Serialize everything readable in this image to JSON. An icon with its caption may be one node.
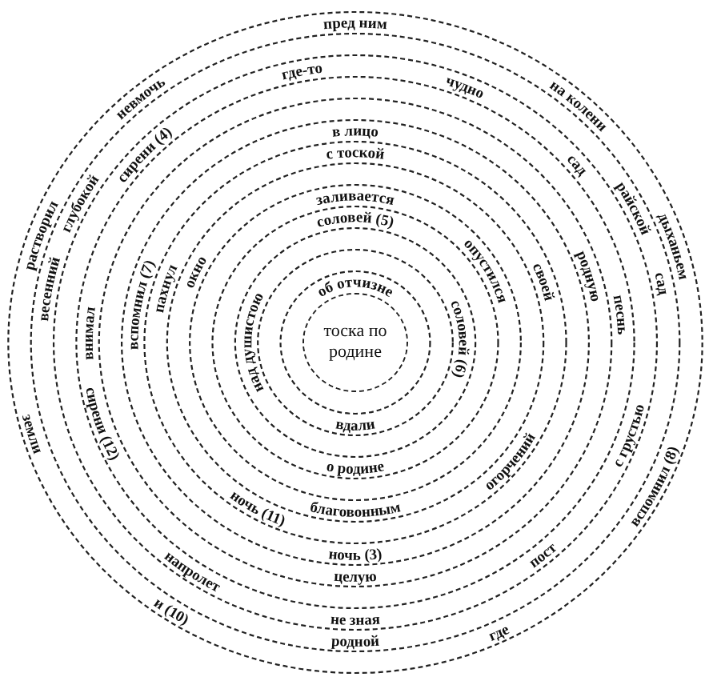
{
  "diagram": {
    "nodes": [
      {
        "text": [
          "тоска по родине"
        ]
      }
    ],
    "labels": [
      "пред ним",
      "где-то",
      "чудно",
      "невмочь",
      "на колени",
      "в лицо",
      "с тоской",
      "сирени (4)",
      "сад",
      "заливается",
      "соловей (5)",
      "райской",
      "глубокой",
      "растворил",
      "дыханьем",
      "опустился",
      "сад",
      "окно",
      "своей",
      "родную",
      "пахнул",
      "весенний",
      "об отчизне",
      "вспомнил (7)",
      "песнь",
      "внимал",
      "над душистою",
      "соловей (6)",
      "сирени (12)",
      "земли",
      "с грустью",
      "вдали",
      "огорчений",
      "о родине",
      "вспомнил (8)",
      "ночь (11)",
      "благовонным",
      "ночь (3)",
      "пост",
      "напролет",
      "целую",
      "и (10)",
      "не зная",
      "где",
      "родной"
    ]
  }
}
